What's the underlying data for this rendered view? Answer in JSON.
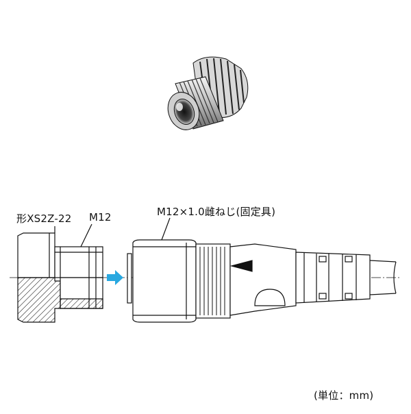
{
  "labels": {
    "model": "形XS2Z-22",
    "thread_size": "M12",
    "thread_desc": "M12×1.0雌ねじ(固定具)",
    "unit": "(単位：mm)"
  },
  "colors": {
    "line": "#111111",
    "arrow": "#29a8e0",
    "fill": "#ffffff"
  }
}
